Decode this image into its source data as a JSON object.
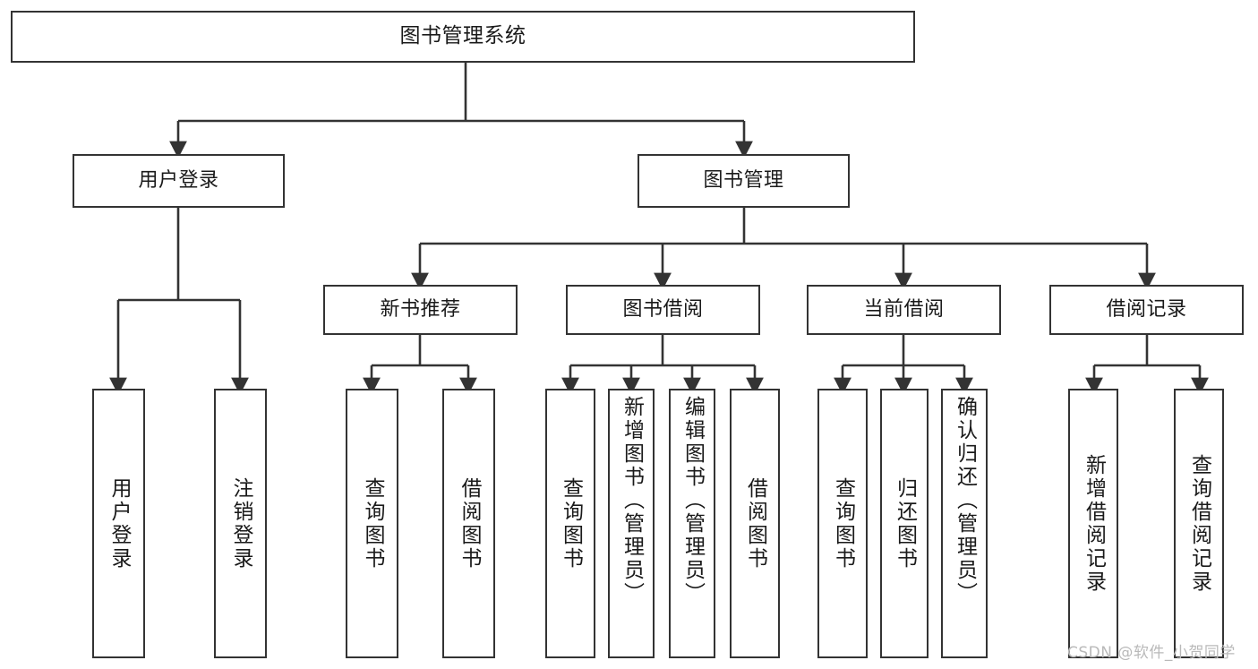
{
  "diagram": {
    "type": "tree",
    "title": "图书管理系统",
    "orientation": "top-down",
    "colors": {
      "background": "#ffffff",
      "box_fill": "#ffffff",
      "box_stroke": "#333333",
      "connector": "#333333",
      "watermark": "#b9b9b9"
    },
    "root": {
      "label": "图书管理系统"
    },
    "level1": [
      {
        "label": "用户登录"
      },
      {
        "label": "图书管理"
      }
    ],
    "level2": [
      {
        "label": "新书推荐"
      },
      {
        "label": "图书借阅"
      },
      {
        "label": "当前借阅"
      },
      {
        "label": "借阅记录"
      }
    ],
    "leaves": {
      "user_login": [
        {
          "label": "用户登录"
        },
        {
          "label": "注销登录"
        }
      ],
      "new_book_recommend": [
        {
          "label": "查询图书"
        },
        {
          "label": "借阅图书"
        }
      ],
      "book_borrow": [
        {
          "label": "查询图书"
        },
        {
          "label": "新增图书（管理员）"
        },
        {
          "label": "编辑图书（管理员）"
        },
        {
          "label": "借阅图书"
        }
      ],
      "current_borrow": [
        {
          "label": "查询图书"
        },
        {
          "label": "归还图书"
        },
        {
          "label": "确认归还（管理员）"
        }
      ],
      "borrow_record": [
        {
          "label": "新增借阅记录"
        },
        {
          "label": "查询借阅记录"
        }
      ]
    }
  },
  "watermark": {
    "text": "CSDN @软件_小贺同学"
  }
}
